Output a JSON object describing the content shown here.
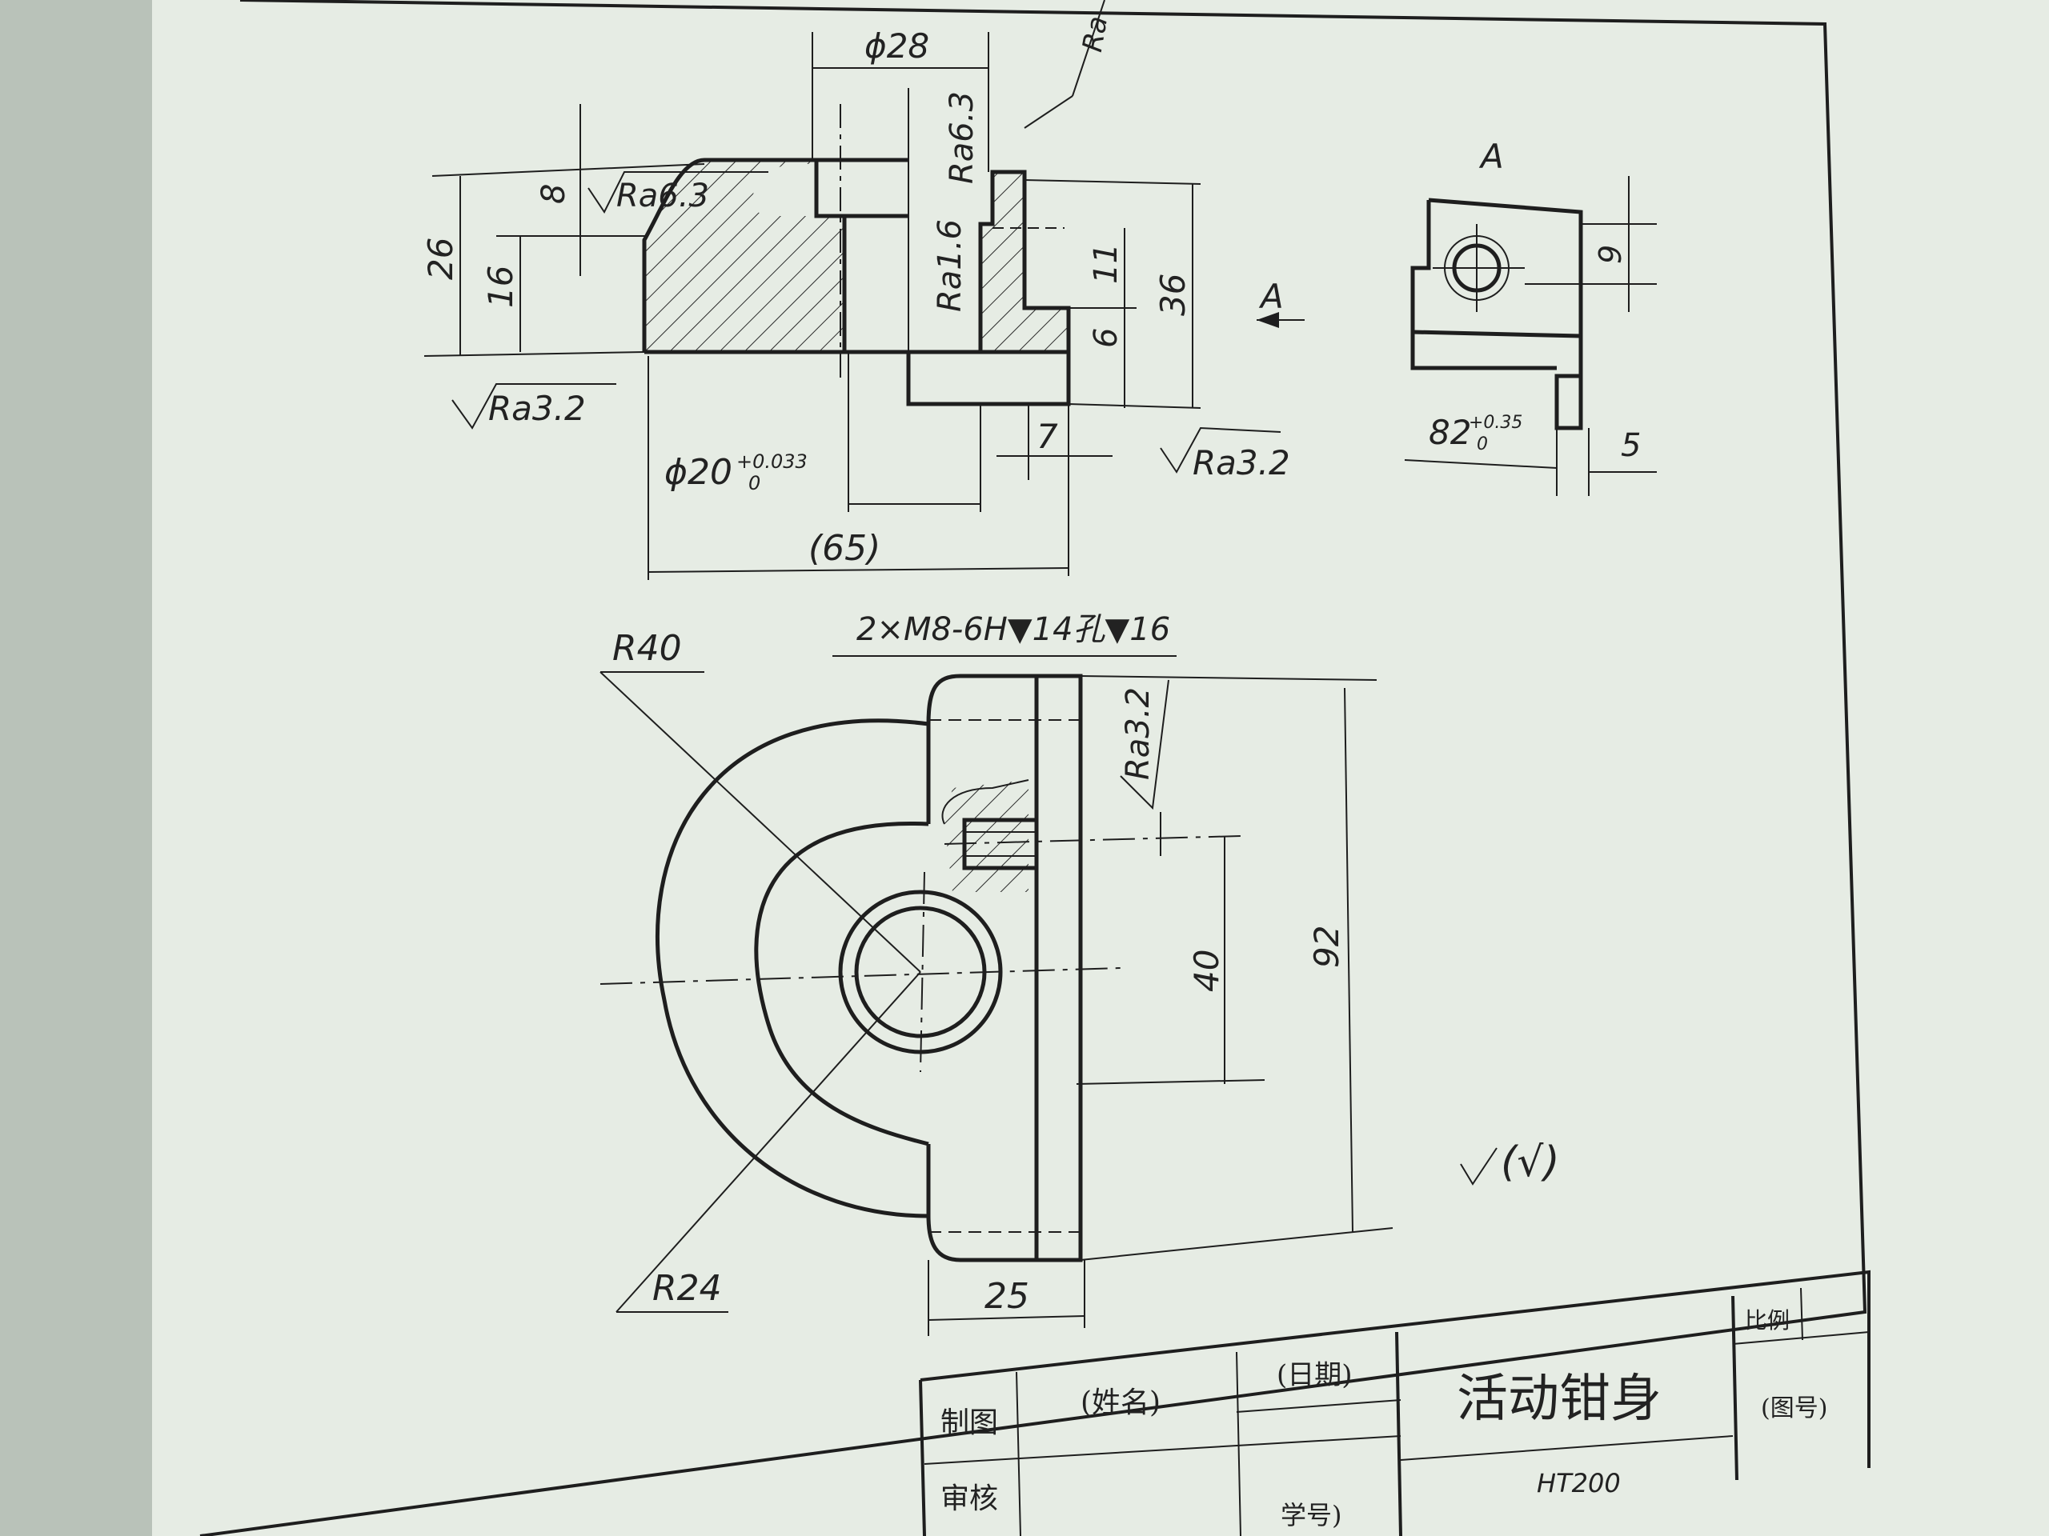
{
  "view_front": {
    "dims": {
      "d28": "ϕ28",
      "ra_top": "Ra",
      "ra63_a": "Ra6.3",
      "ra63_b": "Ra6.3",
      "h8": "8",
      "h26": "26",
      "h16": "16",
      "ra16": "Ra1.6",
      "h11": "11",
      "h6": "6",
      "h36": "36",
      "ra32_left": "Ra3.2",
      "ra32_right": "Ra3.2",
      "d20": "ϕ20",
      "d20_tol_up": "+0.033",
      "d20_tol_low": "0",
      "w7": "7",
      "w65": "(65)",
      "section_a": "A"
    }
  },
  "view_a": {
    "label": "A",
    "h9": "9",
    "w82": "82",
    "w82_tol_up": "+0.35",
    "w82_tol_low": "0",
    "w5": "5"
  },
  "view_top": {
    "thread_note": "2×M8-6H▼14孔▼16",
    "r40": "R40",
    "r24": "R24",
    "ra32": "Ra3.2",
    "h40": "40",
    "h92": "92",
    "w25": "25",
    "rough_other": "(√)"
  },
  "title_block": {
    "drawn_label": "制图",
    "name_label": "(姓名)",
    "date_label": "(日期)",
    "part_title": "活动钳身",
    "check_label": "审核",
    "scale_label": "比例",
    "drawing_no_label": "(图号)",
    "material": "HT200",
    "student_no_label": "学号)"
  },
  "colors": {
    "paper": "#e8ede6",
    "ink": "#1e1e1e",
    "margin": "#c9d2c9"
  }
}
